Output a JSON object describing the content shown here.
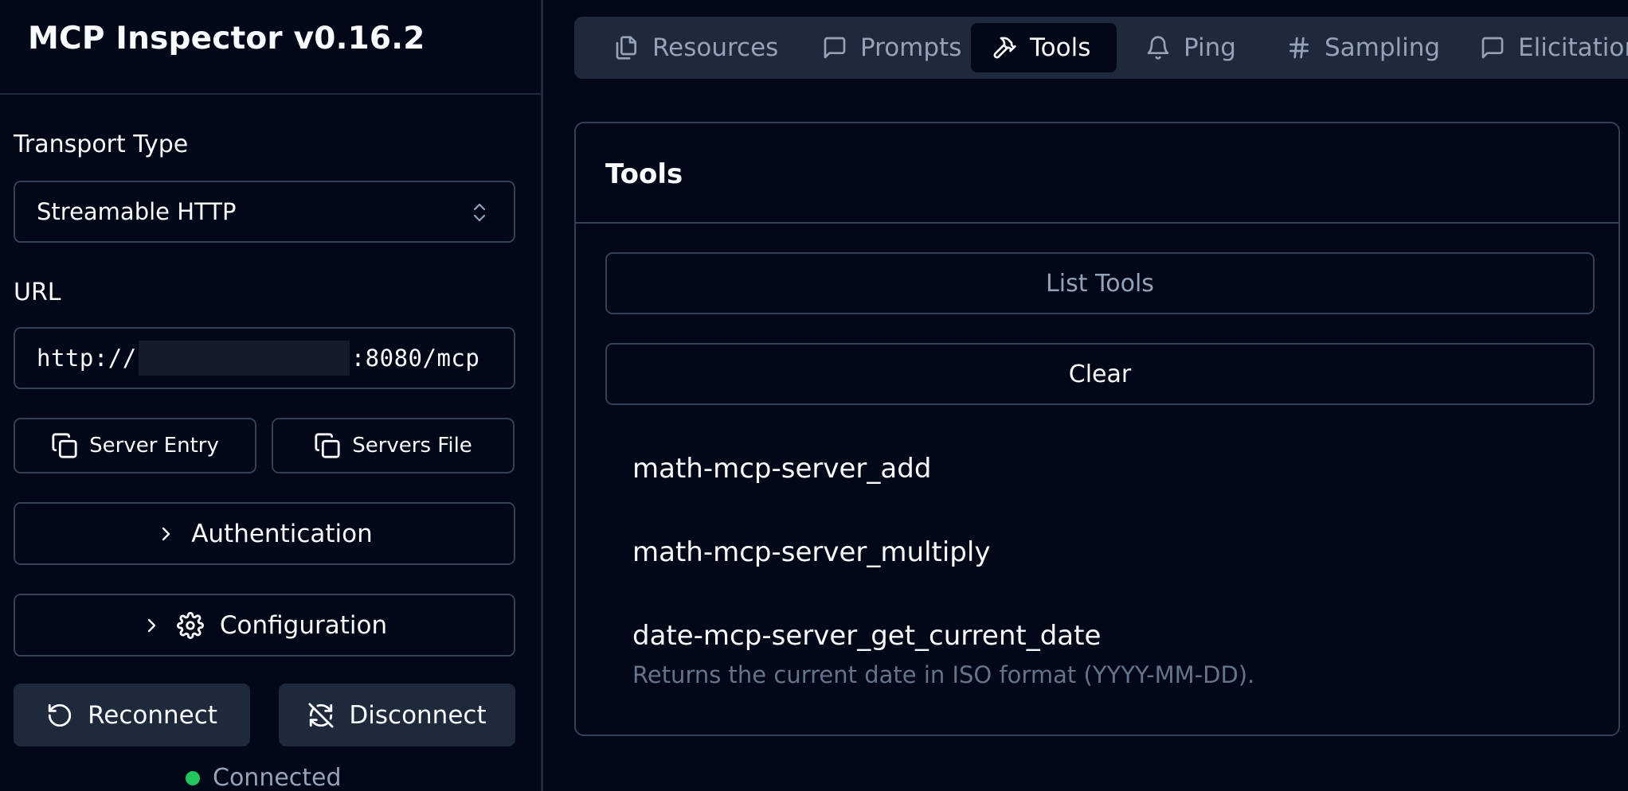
{
  "app": {
    "title": "MCP Inspector v0.16.2"
  },
  "sidebar": {
    "transport_label": "Transport Type",
    "transport_value": "Streamable HTTP",
    "url_label": "URL",
    "url_prefix": "http://",
    "url_suffix": ":8080/mcp",
    "server_entry_label": "Server Entry",
    "servers_file_label": "Servers File",
    "authentication_label": "Authentication",
    "configuration_label": "Configuration",
    "reconnect_label": "Reconnect",
    "disconnect_label": "Disconnect",
    "status_label": "Connected",
    "status_color": "#22c55e"
  },
  "tabs": [
    {
      "label": "Resources",
      "icon": "files-icon"
    },
    {
      "label": "Prompts",
      "icon": "message-square-icon"
    },
    {
      "label": "Tools",
      "icon": "hammer-icon",
      "active": true
    },
    {
      "label": "Ping",
      "icon": "bell-icon"
    },
    {
      "label": "Sampling",
      "icon": "hash-icon"
    },
    {
      "label": "Elicitations",
      "icon": "message-square-icon"
    }
  ],
  "tools_panel": {
    "title": "Tools",
    "list_button": "List Tools",
    "clear_button": "Clear",
    "items": [
      {
        "name": "math-mcp-server_add",
        "description": ""
      },
      {
        "name": "math-mcp-server_multiply",
        "description": ""
      },
      {
        "name": "date-mcp-server_get_current_date",
        "description": "Returns the current date in ISO format (YYYY-MM-DD)."
      }
    ]
  }
}
